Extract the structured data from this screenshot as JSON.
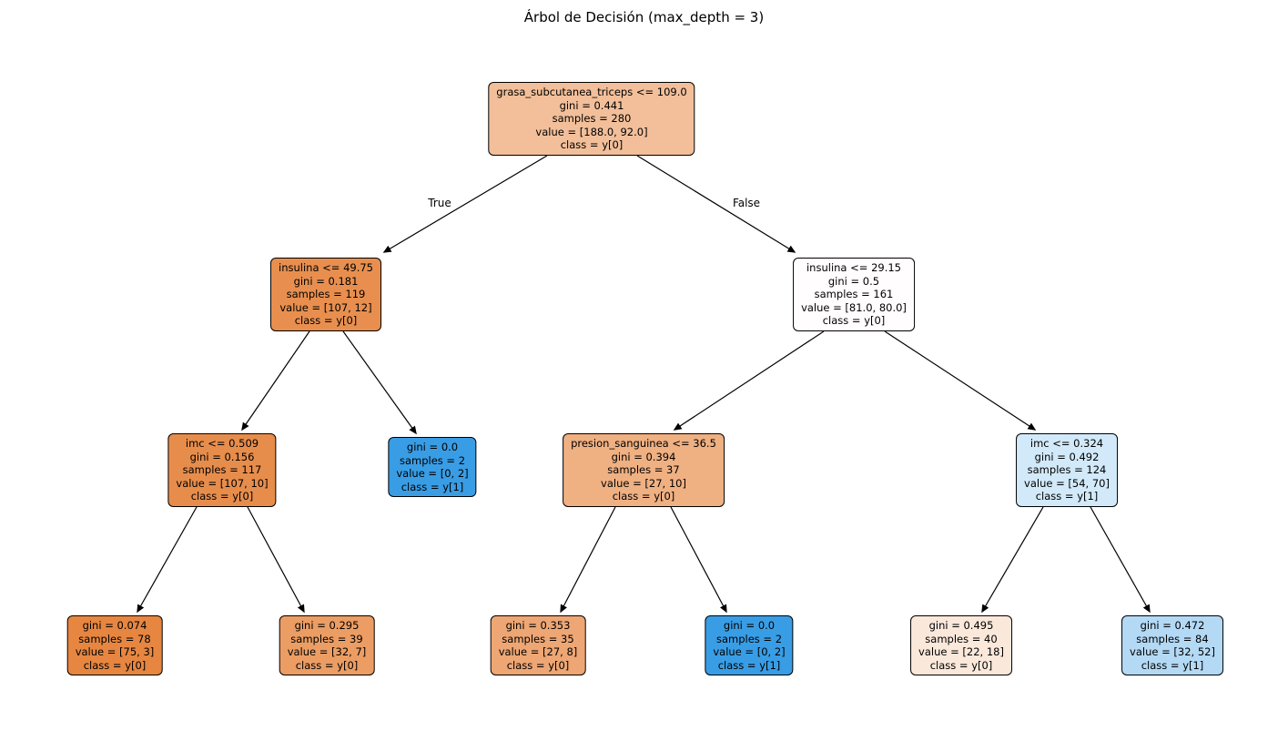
{
  "title": "Árbol de Decisión (max_depth = 3)",
  "edge_labels": {
    "true_label": "True",
    "false_label": "False"
  },
  "palette": {
    "class0_base": "#e58139",
    "class1_base": "#399de5",
    "edge_color": "#000000",
    "node_border": "#000000"
  },
  "nodes": [
    {
      "id": "root",
      "color": "#f2bf9a",
      "lines": [
        "grasa_subcutanea_triceps <= 109.0",
        "gini = 0.441",
        "samples = 280",
        "value = [188.0, 92.0]",
        "class = y[0]"
      ]
    },
    {
      "id": "depth1-left",
      "color": "#e88f4f",
      "lines": [
        "insulina <= 49.75",
        "gini = 0.181",
        "samples = 119",
        "value = [107, 12]",
        "class = y[0]"
      ]
    },
    {
      "id": "depth1-right",
      "color": "#fffdfd",
      "lines": [
        "insulina <= 29.15",
        "gini = 0.5",
        "samples = 161",
        "value = [81.0, 80.0]",
        "class = y[0]"
      ]
    },
    {
      "id": "depth2-node1",
      "color": "#e78d4c",
      "lines": [
        "imc <= 0.509",
        "gini = 0.156",
        "samples = 117",
        "value = [107, 10]",
        "class = y[0]"
      ]
    },
    {
      "id": "depth2-leaf-blue",
      "color": "#399de5",
      "lines": [
        "gini = 0.0",
        "samples = 2",
        "value = [0, 2]",
        "class = y[1]"
      ]
    },
    {
      "id": "depth2-node3",
      "color": "#efb082",
      "lines": [
        "presion_sanguinea <= 36.5",
        "gini = 0.394",
        "samples = 37",
        "value = [27, 10]",
        "class = y[0]"
      ]
    },
    {
      "id": "depth2-node4",
      "color": "#d2e9f9",
      "lines": [
        "imc <= 0.324",
        "gini = 0.492",
        "samples = 124",
        "value = [54, 70]",
        "class = y[1]"
      ]
    },
    {
      "id": "leaf-1",
      "color": "#e68641",
      "lines": [
        "gini = 0.074",
        "samples = 78",
        "value = [75, 3]",
        "class = y[0]"
      ]
    },
    {
      "id": "leaf-2",
      "color": "#eb9d64",
      "lines": [
        "gini = 0.295",
        "samples = 39",
        "value = [32, 7]",
        "class = y[0]"
      ]
    },
    {
      "id": "leaf-3",
      "color": "#eda674",
      "lines": [
        "gini = 0.353",
        "samples = 35",
        "value = [27, 8]",
        "class = y[0]"
      ]
    },
    {
      "id": "leaf-4",
      "color": "#399de5",
      "lines": [
        "gini = 0.0",
        "samples = 2",
        "value = [0, 2]",
        "class = y[1]"
      ]
    },
    {
      "id": "leaf-5",
      "color": "#fae8db",
      "lines": [
        "gini = 0.495",
        "samples = 40",
        "value = [22, 18]",
        "class = y[0]"
      ]
    },
    {
      "id": "leaf-6",
      "color": "#b3d9f5",
      "lines": [
        "gini = 0.472",
        "samples = 84",
        "value = [32, 52]",
        "class = y[1]"
      ]
    }
  ]
}
